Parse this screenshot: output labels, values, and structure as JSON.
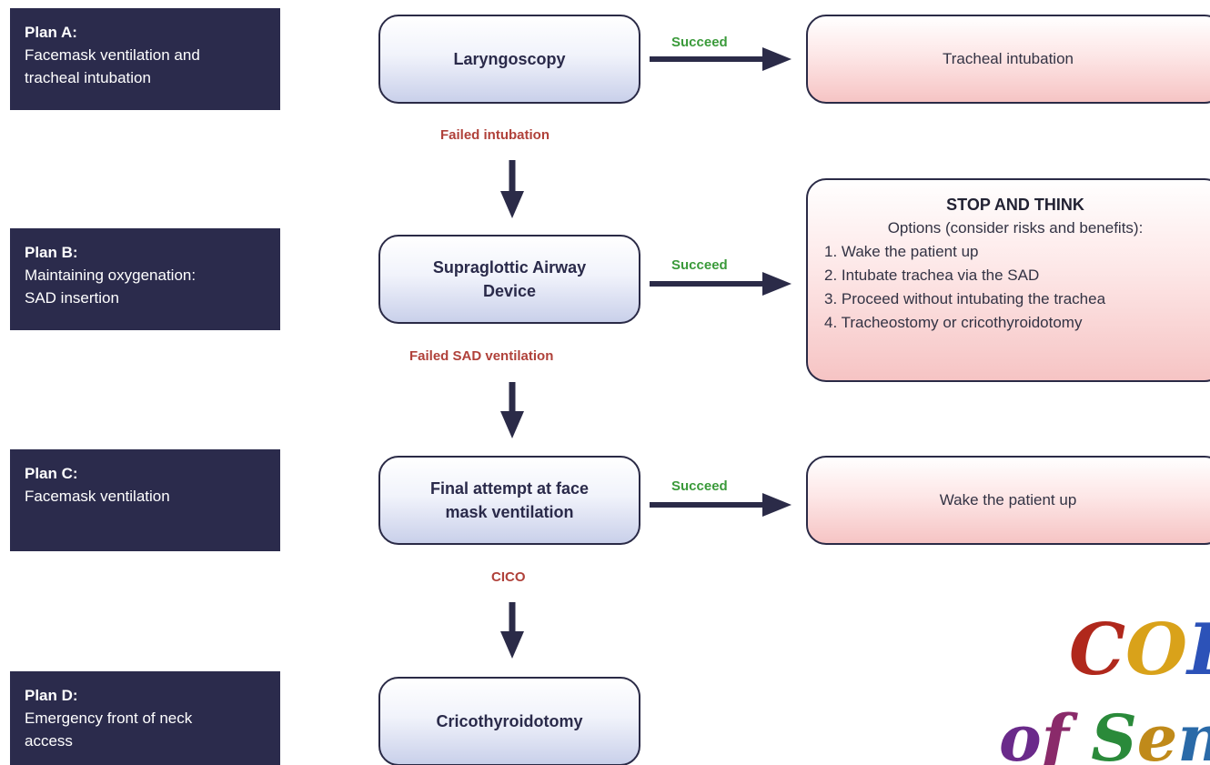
{
  "plans": [
    {
      "title": "Plan A:",
      "desc_lines": [
        "Facemask ventilation and",
        "tracheal intubation"
      ]
    },
    {
      "title": "Plan B:",
      "desc_lines": [
        "Maintaining oxygenation:",
        "SAD insertion"
      ]
    },
    {
      "title": "Plan C:",
      "desc_lines": [
        "Facemask ventilation"
      ]
    },
    {
      "title": "Plan D:",
      "desc_lines": [
        "Emergency front of neck",
        "access"
      ]
    }
  ],
  "steps": [
    {
      "lines": [
        "Laryngoscopy"
      ]
    },
    {
      "lines": [
        "Supraglottic Airway",
        "Device"
      ]
    },
    {
      "lines": [
        "Final attempt at face",
        "mask ventilation"
      ]
    },
    {
      "lines": [
        "Cricothyroidotomy"
      ]
    }
  ],
  "failure_labels": [
    "Failed intubation",
    "Failed SAD ventilation",
    "CICO"
  ],
  "success_label": "Succeed",
  "outcomes": {
    "a": "Tracheal intubation",
    "b": {
      "title": "STOP AND THINK",
      "subtitle": "Options (consider risks and benefits):",
      "options": [
        "1. Wake the patient up",
        "2. Intubate trachea via the SAD",
        "3. Proceed without intubating the trachea",
        "4. Tracheostomy or cricothyroidotomy"
      ]
    },
    "c": "Wake the patient up"
  },
  "watermark": {
    "line1": "COL",
    "line2": "of Sens"
  },
  "colors": {
    "plan_bg": "#2b2b4c",
    "success_text": "#3a9a3a",
    "failure_text": "#b0413a",
    "arrow": "#2b2b48"
  }
}
